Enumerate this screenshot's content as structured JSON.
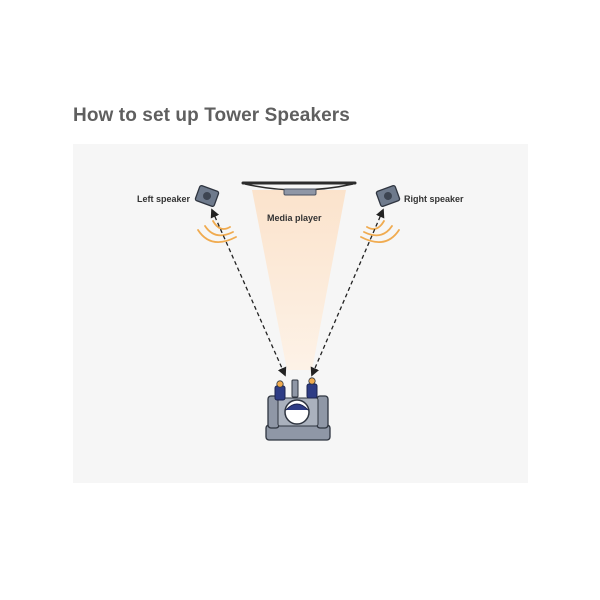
{
  "title": "How to set up Tower Speakers",
  "labels": {
    "left_speaker": "Left speaker",
    "media_player": "Media player",
    "right_speaker": "Right speaker"
  },
  "colors": {
    "panel": "#f6f6f6",
    "title": "#5f5f5f",
    "beam": "#fbe6d2",
    "sound_waves": "#f0ab50",
    "speaker": "#6e7a8c",
    "couch": "#8f97a6",
    "person": "#2e3c85",
    "arrows": "#222222"
  },
  "icons": {
    "left_speaker": "speaker-icon",
    "right_speaker": "speaker-icon",
    "media_player": "tv-soundbar-icon",
    "listener": "person-on-couch-icon"
  }
}
